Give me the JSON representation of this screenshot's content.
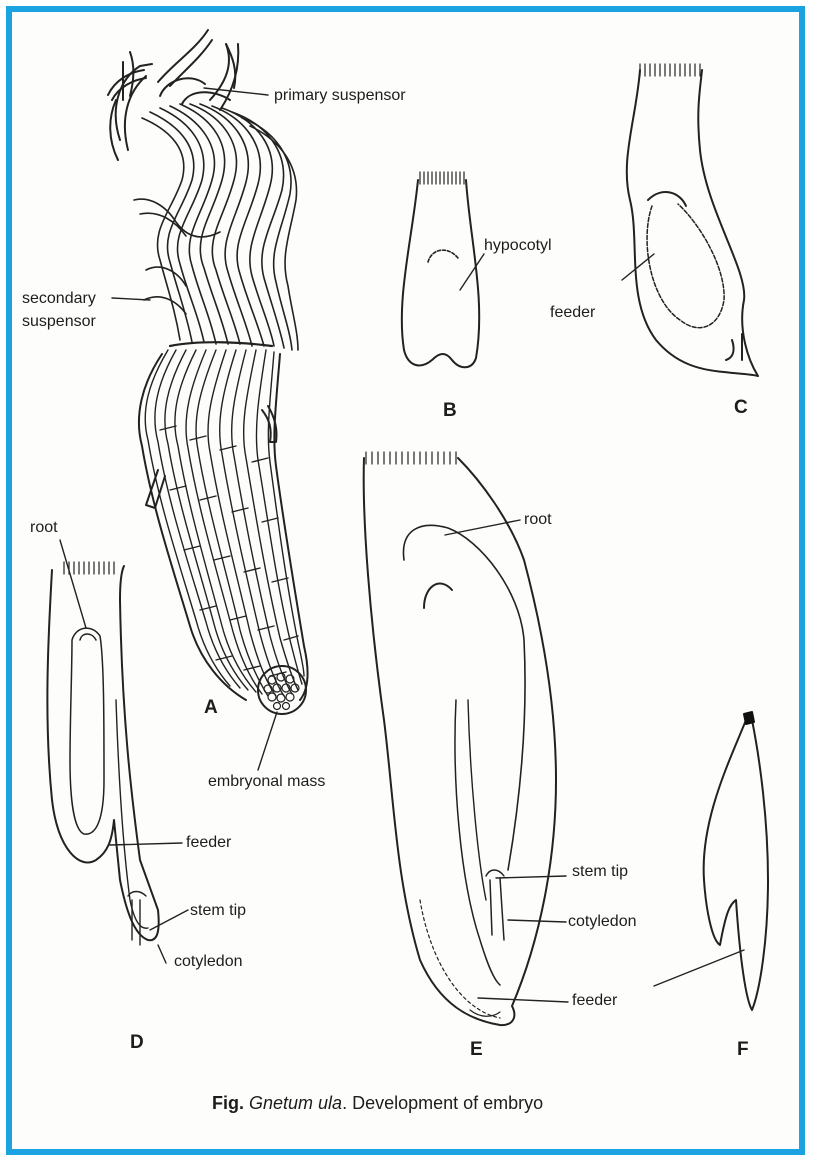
{
  "labels": {
    "primary_suspensor": "primary suspensor",
    "secondary_suspensor_line1": "secondary",
    "secondary_suspensor_line2": "suspensor",
    "embryonal_mass": "embryonal mass",
    "hypocotyl": "hypocotyl",
    "feeder_c": "feeder",
    "root_d": "root",
    "feeder_d": "feeder",
    "stem_tip_d": "stem tip",
    "cotyledon_d": "cotyledon",
    "root_e": "root",
    "stem_tip_e": "stem tip",
    "cotyledon_e": "cotyledon",
    "feeder_e": "feeder"
  },
  "panels": {
    "a": "A",
    "b": "B",
    "c": "C",
    "d": "D",
    "e": "E",
    "f": "F"
  },
  "caption": {
    "prefix": "Fig.",
    "species": "Gnetum ula",
    "text": ". Development of  embryo"
  },
  "colors": {
    "frame_border": "#1aa3e0",
    "ink": "#1d1d1d"
  }
}
